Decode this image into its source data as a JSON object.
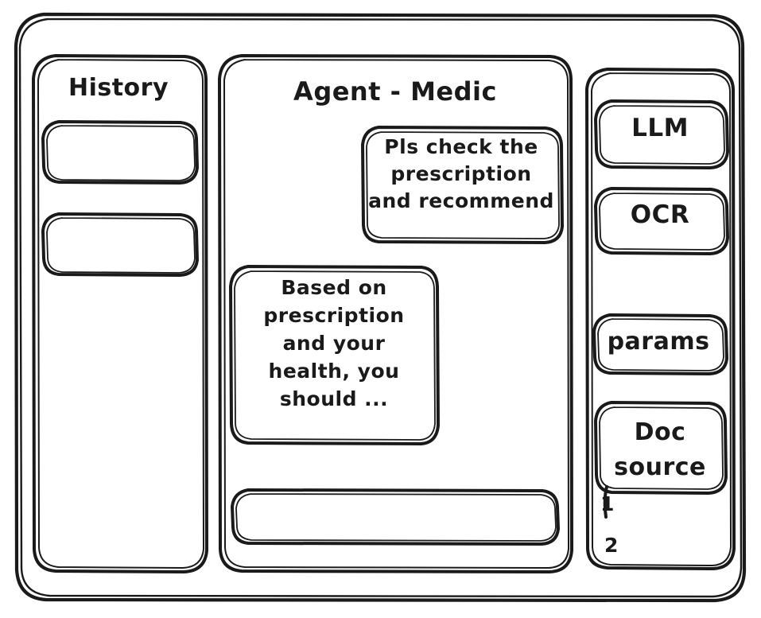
{
  "app": {
    "style": "hand-drawn wireframe",
    "stroke_color": "#1a1a1a",
    "background_color": "#ffffff"
  },
  "sidebar_left": {
    "title": "History",
    "items": [
      {
        "label": "",
        "name": "history-item-1"
      },
      {
        "label": "",
        "name": "history-item-2"
      }
    ]
  },
  "main": {
    "title": "Agent - Medic",
    "messages": [
      {
        "role": "user",
        "align": "right",
        "text": "Pls check the\nprescription\nand recommend"
      },
      {
        "role": "agent",
        "align": "left",
        "text": "Based on\nprescription\nand your\nhealth, you\nshould ..."
      }
    ],
    "composer": {
      "value": "",
      "placeholder": ""
    }
  },
  "sidebar_right": {
    "buttons": [
      {
        "label": "LLM"
      },
      {
        "label": "OCR"
      },
      {
        "label": "params"
      },
      {
        "label": "Doc\nsource"
      }
    ],
    "doc_sources": [
      {
        "label": "1"
      },
      {
        "label": "2"
      }
    ]
  }
}
